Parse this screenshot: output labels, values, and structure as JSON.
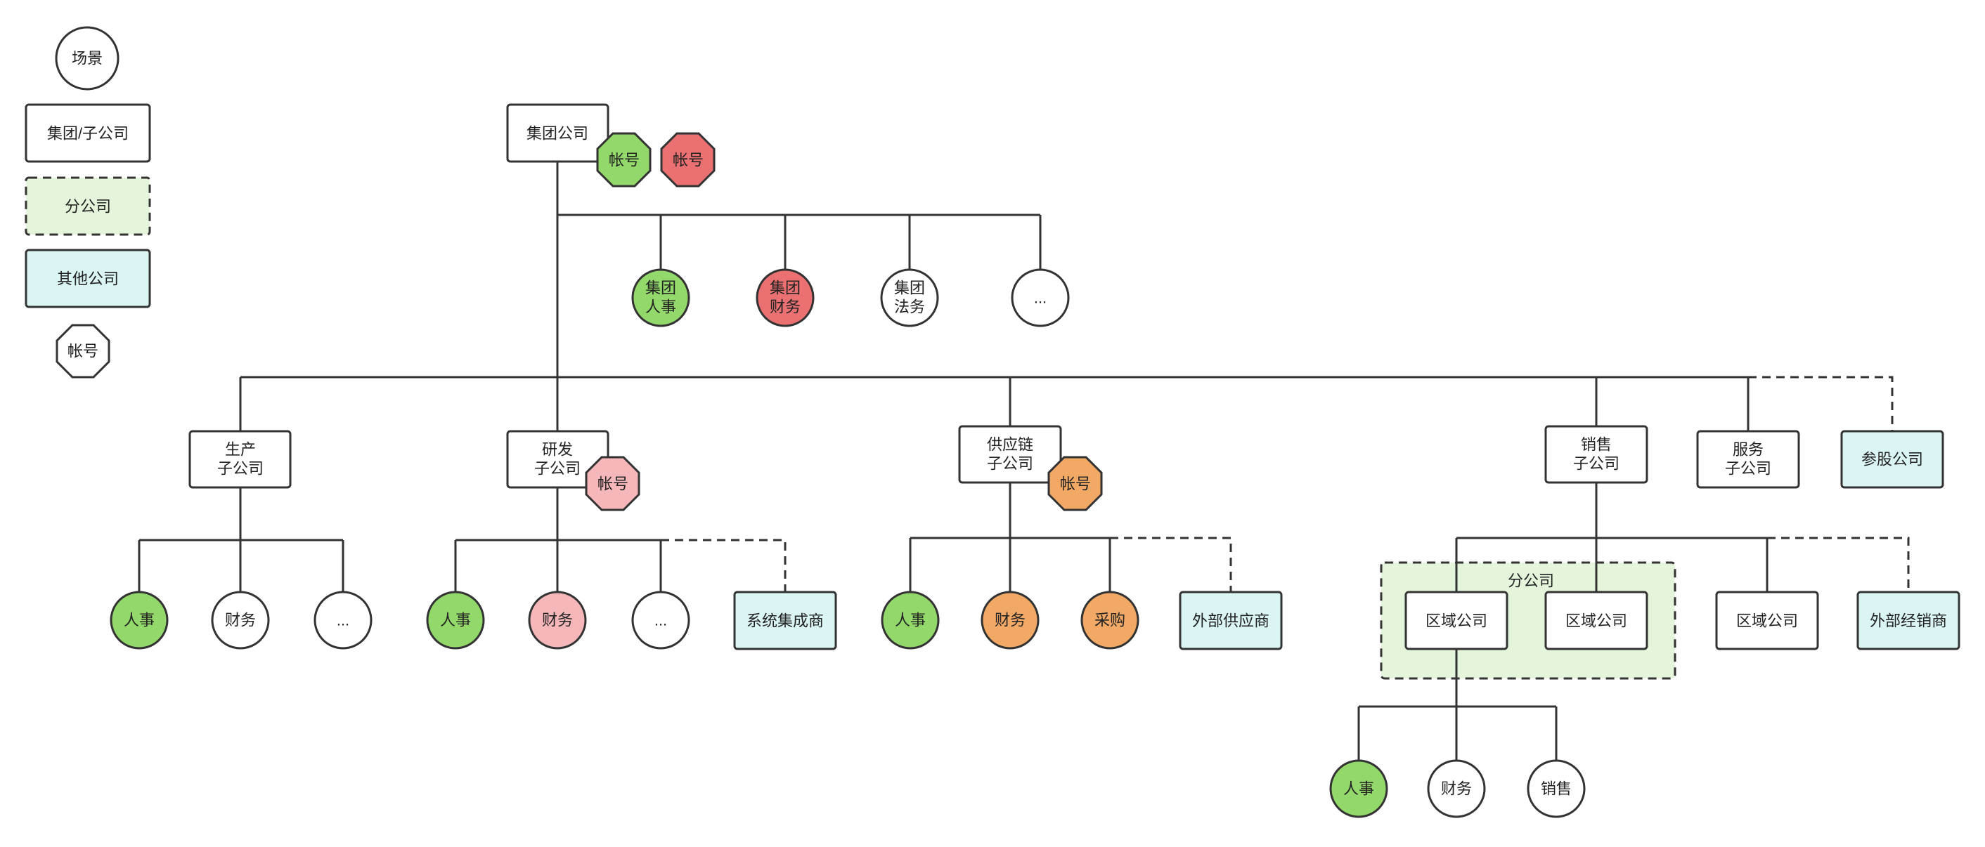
{
  "legend": {
    "scene": "场景",
    "group_sub": "集团/子公司",
    "branch": "分公司",
    "other": "其他公司",
    "account": "帐号"
  },
  "colors": {
    "green": "#93d86a",
    "red": "#ea7072",
    "pink": "#f5b7b9",
    "orange": "#f1a965",
    "branch_fill": "#e4f5dc",
    "other_fill": "#dbf4f4",
    "stroke": "#333333",
    "white": "#ffffff"
  },
  "group": {
    "name": "集团公司",
    "account_green": "帐号",
    "account_red": "帐号",
    "scenes": {
      "hr": [
        "集团",
        "人事"
      ],
      "finance": [
        "集团",
        "财务"
      ],
      "legal": [
        "集团",
        "法务"
      ],
      "more": "..."
    }
  },
  "production": {
    "name": [
      "生产",
      "子公司"
    ],
    "scenes": {
      "hr": "人事",
      "finance": "财务",
      "more": "..."
    }
  },
  "rnd": {
    "name": [
      "研发",
      "子公司"
    ],
    "account": "帐号",
    "scenes": {
      "hr": "人事",
      "finance": "财务",
      "more": "..."
    },
    "partner": "系统集成商"
  },
  "supply": {
    "name": [
      "供应链",
      "子公司"
    ],
    "account": "帐号",
    "scenes": {
      "hr": "人事",
      "finance": "财务",
      "purchase": "采购"
    },
    "partner": "外部供应商"
  },
  "sales": {
    "name": [
      "销售",
      "子公司"
    ],
    "branch_label": "分公司",
    "region1": "区域公司",
    "region2": "区域公司",
    "region3": "区域公司",
    "partner": "外部经销商",
    "scenes": {
      "hr": "人事",
      "finance": "财务",
      "sales": "销售"
    }
  },
  "service": {
    "name": [
      "服务",
      "子公司"
    ]
  },
  "equity": {
    "name": "参股公司"
  }
}
